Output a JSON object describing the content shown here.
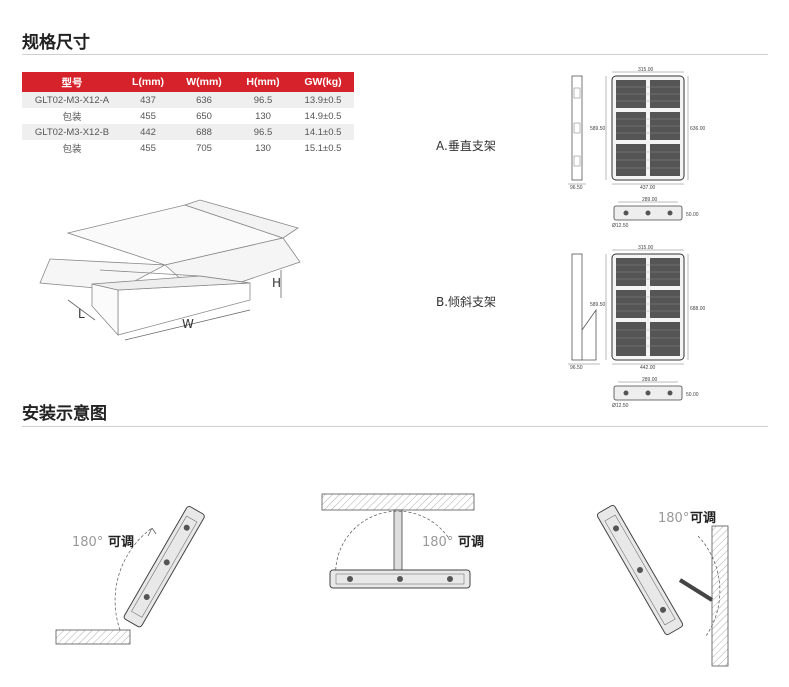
{
  "sections": {
    "specs_title": "规格尺寸",
    "install_title": "安装示意图"
  },
  "spec_table": {
    "headers": [
      "型号",
      "L(mm)",
      "W(mm)",
      "H(mm)",
      "GW(kg)"
    ],
    "rows": [
      [
        "GLT02-M3-X12-A",
        "437",
        "636",
        "96.5",
        "13.9±0.5"
      ],
      [
        "包装",
        "455",
        "650",
        "130",
        "14.9±0.5"
      ],
      [
        "GLT02-M3-X12-B",
        "442",
        "688",
        "96.5",
        "14.1±0.5"
      ],
      [
        "包装",
        "455",
        "705",
        "130",
        "15.1±0.5"
      ]
    ]
  },
  "box_dims": {
    "l": "L",
    "w": "W",
    "h": "H"
  },
  "brackets": {
    "a_label": "A.垂直支架",
    "b_label": "B.倾斜支架",
    "a_dims": {
      "width": "315.00",
      "height_left": "589.50",
      "height_right": "636.00",
      "bottom": "437.00",
      "side": "96.50",
      "plan_width": "289.00",
      "plan_height": "50.00",
      "hole": "Ø12.50"
    },
    "b_dims": {
      "width": "315.00",
      "height_left": "589.50",
      "height_right": "688.00",
      "bottom": "442.00",
      "side": "96.50",
      "plan_width": "289.00",
      "plan_height": "50.00",
      "hole": "Ø12.50"
    }
  },
  "install": {
    "angle": "180°",
    "adjust": "可调"
  }
}
